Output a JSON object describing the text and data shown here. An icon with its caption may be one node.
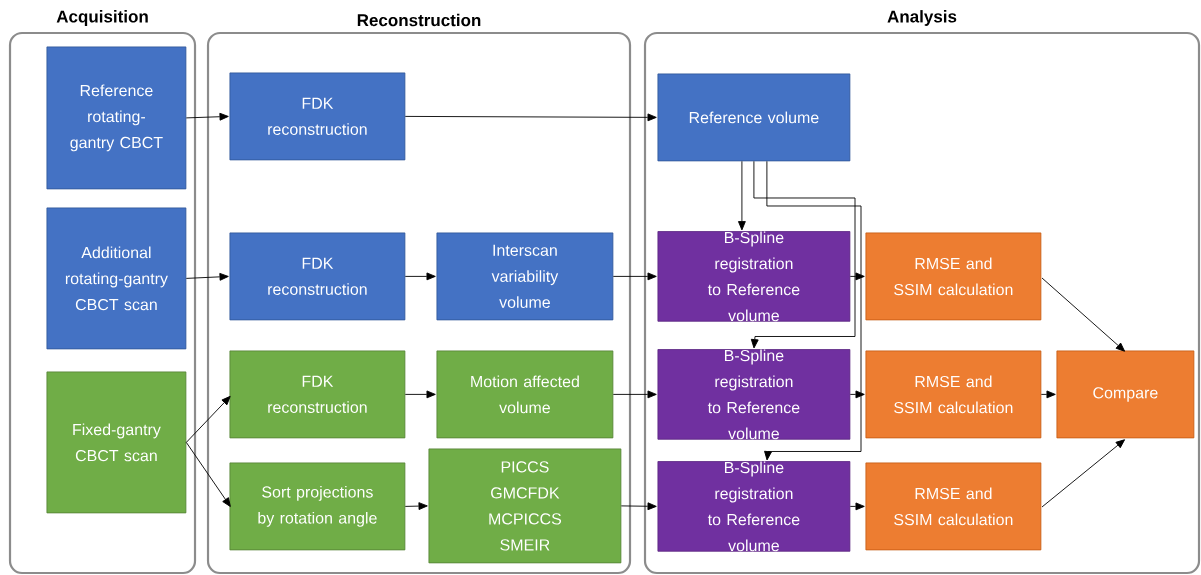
{
  "diagram": {
    "nodes": [
      {
        "text": [
          "Acquisition"
        ]
      },
      {
        "text": [
          "Reference rotating-gantry CBCT"
        ],
        "in": 0
      },
      {
        "text": [
          "Additional rotating-gantry CBCT scan"
        ],
        "in": 0
      },
      {
        "text": [
          "Fixed-gantry CBCT scan"
        ],
        "in": 0
      },
      {
        "text": [
          "Reconstruction"
        ]
      },
      {
        "text": [
          "FDK reconstruction"
        ],
        "in": 4
      },
      {
        "text": [
          "FDK reconstruction"
        ],
        "in": 4
      },
      {
        "text": [
          "Interscan variability volume"
        ],
        "in": 4
      },
      {
        "text": [
          "FDK reconstruction"
        ],
        "in": 4
      },
      {
        "text": [
          "Motion affected volume"
        ],
        "in": 4
      },
      {
        "text": [
          "Sort projections by rotation angle"
        ],
        "in": 4
      },
      {
        "text": [
          "PICCS GMCFDK MCPICCS SMEIR"
        ],
        "in": 4
      },
      {
        "text": [
          "Analysis"
        ]
      },
      {
        "text": [
          "Reference volume"
        ],
        "in": 12
      },
      {
        "text": [
          "B-Spline registration to Reference volume"
        ],
        "in": 12
      },
      {
        "text": [
          "RMSE and SSIM calculation"
        ],
        "in": 12
      },
      {
        "text": [
          "B-Spline registration to Reference volume"
        ],
        "in": 12
      },
      {
        "text": [
          "RMSE and SSIM calculation"
        ],
        "in": 12
      },
      {
        "text": [
          "Compare"
        ],
        "in": 12
      },
      {
        "text": [
          "B-Spline registration to Reference volume"
        ],
        "in": 12
      },
      {
        "text": [
          "RMSE and SSIM calculation"
        ],
        "in": 12
      }
    ],
    "edges": [
      {
        "from": 1,
        "to": 5,
        "arrow": "to"
      },
      {
        "from": 5,
        "to": 13,
        "arrow": "to"
      },
      {
        "from": 2,
        "to": 6,
        "arrow": "to"
      },
      {
        "from": 6,
        "to": 7,
        "arrow": "to"
      },
      {
        "from": 7,
        "to": 14,
        "arrow": "to"
      },
      {
        "from": 3,
        "to": 8,
        "arrow": "to"
      },
      {
        "from": 3,
        "to": 10,
        "arrow": "to"
      },
      {
        "from": 8,
        "to": 9,
        "arrow": "to"
      },
      {
        "from": 10,
        "to": 11,
        "arrow": "to"
      },
      {
        "from": 9,
        "to": 16,
        "arrow": "to"
      },
      {
        "from": 11,
        "to": 19,
        "arrow": "to"
      },
      {
        "from": 13,
        "to": 14,
        "arrow": "to"
      },
      {
        "from": 13,
        "to": 16,
        "arrow": "to"
      },
      {
        "from": 13,
        "to": 19,
        "arrow": "to"
      },
      {
        "from": 14,
        "to": 15,
        "arrow": "to"
      },
      {
        "from": 16,
        "to": 17,
        "arrow": "to"
      },
      {
        "from": 19,
        "to": 20,
        "arrow": "to"
      },
      {
        "from": 15,
        "to": 18,
        "arrow": "to"
      },
      {
        "from": 17,
        "to": 18,
        "arrow": "to"
      },
      {
        "from": 20,
        "to": 18,
        "arrow": "to"
      }
    ]
  }
}
